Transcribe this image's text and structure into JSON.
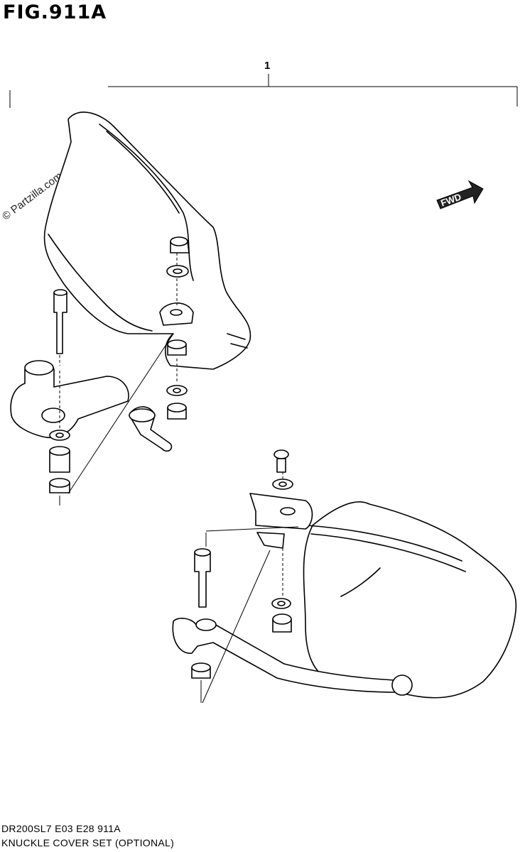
{
  "figure": {
    "title": "FIG.911A",
    "callout_number": "1",
    "watermark": "© Partzilla.com",
    "fwd_label": "FWD"
  },
  "footer": {
    "model_line": "DR200SL7  E03  E28  911A",
    "caption": "KNUCKLE COVER SET (OPTIONAL)"
  }
}
